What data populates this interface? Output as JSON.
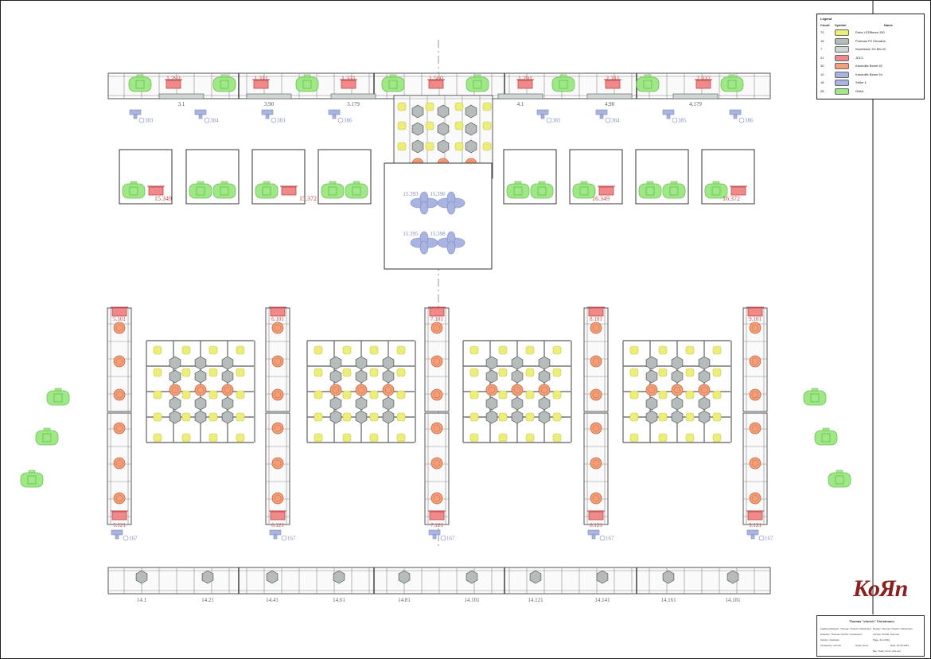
{
  "legend": {
    "title": "Legend",
    "headers": {
      "count": "Count",
      "symbol": "Symbol",
      "name": "Name"
    },
    "items": [
      {
        "count": "70",
        "name": "Robe LEDBeam 150",
        "symbol": "ledbeam"
      },
      {
        "count": "16",
        "name": "Portman P2 Hexaline",
        "symbol": "portman"
      },
      {
        "count": "7",
        "name": "Impression X4 Bar 20",
        "symbol": "x4bar"
      },
      {
        "count": "21",
        "name": "JDC1",
        "symbol": "jdc1"
      },
      {
        "count": "30",
        "name": "Kandolite Beam 52",
        "symbol": "kandolite-beam"
      },
      {
        "count": "10",
        "name": "Kandolite Beam 54",
        "symbol": "kandolite-square"
      },
      {
        "count": "18",
        "name": "Strike 4",
        "symbol": "strike"
      },
      {
        "count": "28",
        "name": "Ghibli",
        "symbol": "ghibli"
      }
    ]
  },
  "logo": {
    "text": "KoЯn"
  },
  "title_block": {
    "header": "Thomas \"church\" Christmann",
    "rows": [
      [
        "Lighting Designer: Thomas \"church\" Christmann",
        "Design: Thomas \"church\" Christmann"
      ],
      [
        "Direction: Thomas \"church\" Christmann",
        "Version: Profile: Summer"
      ],
      [
        "Version: Festivals",
        "Page: Front Rig"
      ],
      [
        "Created by: Church",
        "Scale: None",
        "Date: 30.05.2022"
      ],
      [
        "",
        "File: Tooth_Front_v01.vwx"
      ]
    ]
  },
  "labels": {
    "top_truss_ghibli": [
      "1.293",
      "1.311",
      "1.331",
      "1.560",
      "1.291",
      "2.311",
      "2.337"
    ],
    "top_truss_bars": [
      "3.1",
      "3.90",
      "3.179",
      "4.1",
      "4.90",
      "4.179"
    ],
    "top_strikes": [
      "383",
      "384",
      "383",
      "386",
      "383",
      "384",
      "385",
      "386"
    ],
    "jdc_boxes": [
      "15.349",
      "15.372",
      "16.349",
      "16.372"
    ],
    "center_spots": [
      "15.393",
      "15.396",
      "15.395",
      "15.398"
    ],
    "ladder_tops": [
      "5.101",
      "6.101",
      "7.101",
      "8.101",
      "9.101"
    ],
    "ladder_bottoms": [
      "5.121",
      "6.121",
      "7.121",
      "8.121",
      "9.121"
    ],
    "ladder_strikes": [
      "167",
      "167",
      "167",
      "167",
      "167"
    ],
    "bottom_truss": [
      "14.1",
      "14.21",
      "14.41",
      "14.61",
      "14.81",
      "14.101",
      "14.121",
      "14.141",
      "14.161",
      "14.181"
    ]
  },
  "colors": {
    "ghibli": "#9fe886",
    "jdc1": "#f08a8a",
    "kandolite_beam": "#f3a07a",
    "ledbeam": "#eded7a",
    "strike": "#a9b4e0",
    "portman": "#b6bcbc",
    "truss": "#555555"
  }
}
